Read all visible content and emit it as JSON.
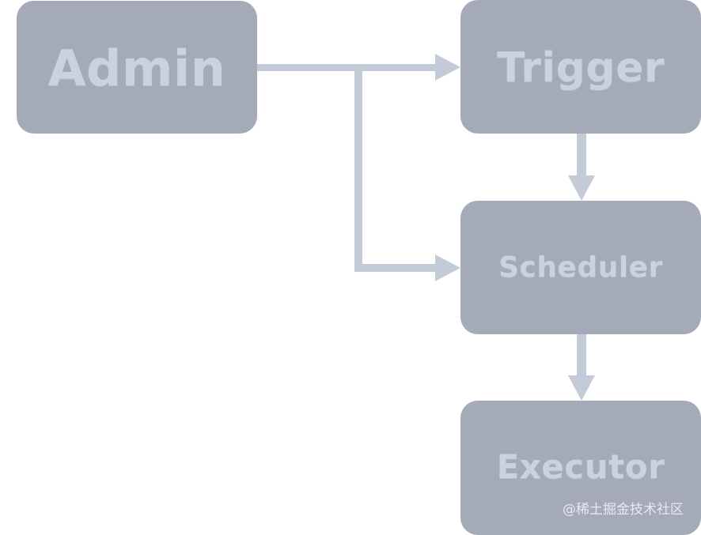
{
  "diagram": {
    "nodes": [
      {
        "id": "admin",
        "label": "Admin"
      },
      {
        "id": "trigger",
        "label": "Trigger"
      },
      {
        "id": "scheduler",
        "label": "Scheduler"
      },
      {
        "id": "executor",
        "label": "Executor"
      }
    ],
    "edges": [
      {
        "from": "admin",
        "to": "trigger"
      },
      {
        "from": "admin",
        "to": "scheduler"
      },
      {
        "from": "trigger",
        "to": "scheduler"
      },
      {
        "from": "scheduler",
        "to": "executor"
      }
    ]
  },
  "watermark": "@稀土掘金技术社区",
  "colors": {
    "node_fill": "#a4aab8",
    "node_text": "#c9d2df",
    "edge": "#c4cbd8",
    "background": "#ffffff"
  }
}
